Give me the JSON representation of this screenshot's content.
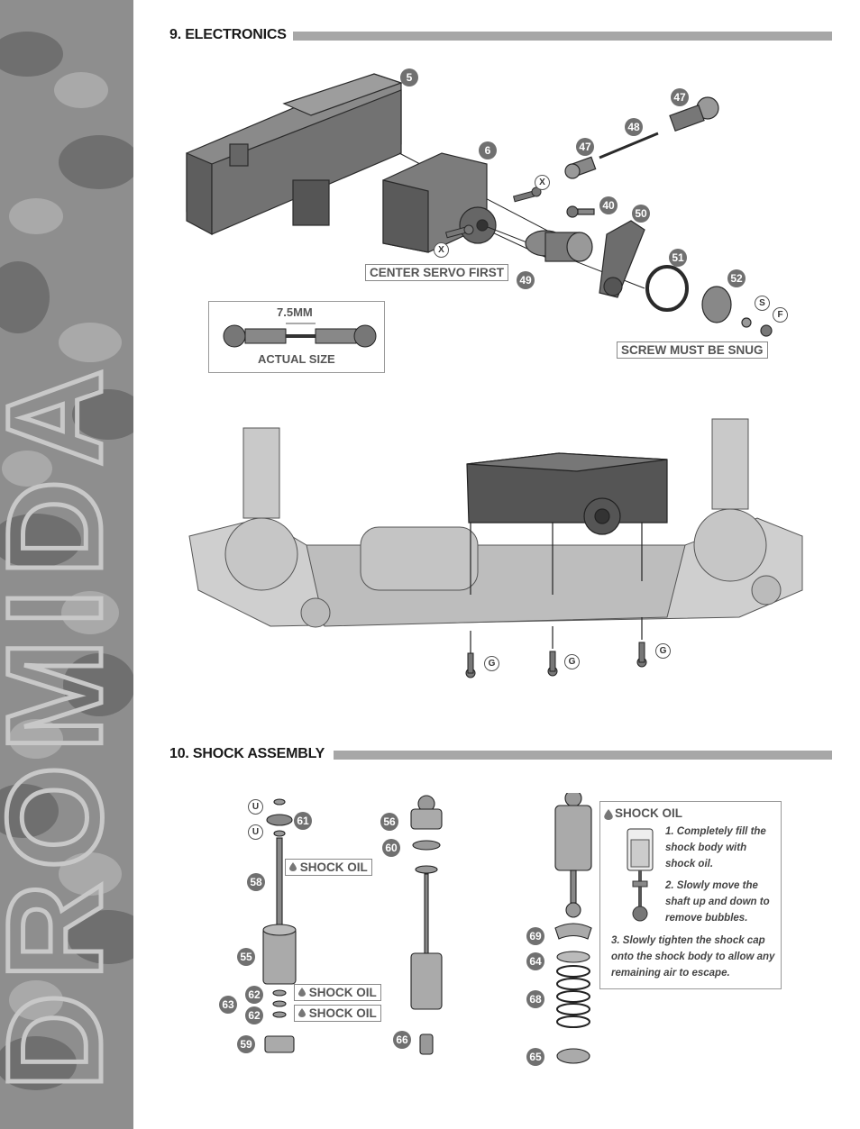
{
  "brand": {
    "text": "DROMIDA"
  },
  "section9": {
    "title": "9. ELECTRONICS"
  },
  "section10": {
    "title": "10. SHOCK ASSEMBLY"
  },
  "labels": {
    "center_servo": "CENTER SERVO FIRST",
    "screw_snug": "SCREW MUST BE SNUG",
    "measure": "7.5MM",
    "actual_size": "ACTUAL SIZE",
    "shock_oil": "SHOCK OIL"
  },
  "callouts_electronics": [
    "5",
    "6",
    "47",
    "48",
    "47",
    "40",
    "50",
    "49",
    "51",
    "52"
  ],
  "letters_electronics": [
    "X",
    "X",
    "S",
    "F"
  ],
  "letters_chassis": [
    "G",
    "G",
    "G"
  ],
  "callouts_shock": [
    "61",
    "58",
    "55",
    "62",
    "63",
    "62",
    "59",
    "56",
    "60",
    "66",
    "69",
    "64",
    "68",
    "65"
  ],
  "letters_shock": [
    "U",
    "U"
  ],
  "shock_oil_panel": {
    "title": "SHOCK OIL",
    "steps": [
      "1. Completely fill the shock body with shock oil.",
      "2. Slowly move the shaft up and down to remove bubbles.",
      "3. Slowly tighten the shock cap onto the shock body to allow any remaining air to escape."
    ]
  },
  "colors": {
    "callout": "#707070",
    "rule": "#a7a7a7",
    "sidebar": "#8c8c8c"
  },
  "icons": [
    "oil-drop-icon"
  ]
}
